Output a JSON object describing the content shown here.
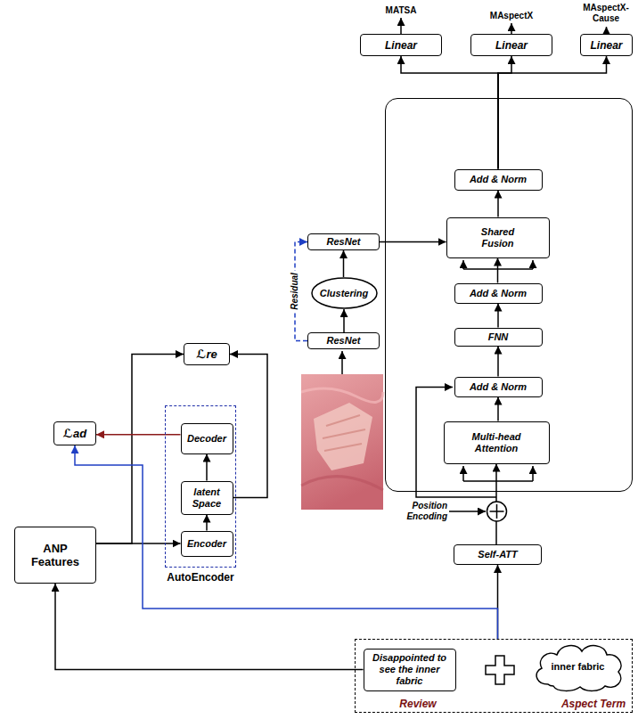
{
  "diagram": {
    "nodes": [
      {
        "text": [
          "Linear"
        ]
      },
      {
        "text": [
          "Linear"
        ]
      },
      {
        "text": [
          "Linear"
        ]
      },
      {
        "text": []
      },
      {
        "text": [
          "Add & Norm"
        ],
        "in": 3
      },
      {
        "text": [
          "Shared Fusion"
        ],
        "in": 3
      },
      {
        "text": [
          "Add & Norm"
        ],
        "in": 3
      },
      {
        "text": [
          "FNN"
        ],
        "in": 3
      },
      {
        "text": [
          "Add & Norm"
        ],
        "in": 3
      },
      {
        "text": [
          "Multi-head Attention"
        ],
        "in": 3
      },
      {
        "text": [
          "ResNet"
        ]
      },
      {
        "text": [
          "Clustering"
        ]
      },
      {
        "text": [
          "ResNet"
        ]
      },
      {
        "text": [
          "ℒre"
        ]
      },
      {
        "text": [
          "ℒad"
        ]
      },
      {
        "text": [
          "AutoEncoder"
        ]
      },
      {
        "text": [
          "Decoder"
        ],
        "in": 15
      },
      {
        "text": [
          "latent Space"
        ],
        "in": 15
      },
      {
        "text": [
          "Encoder"
        ],
        "in": 15
      },
      {
        "text": [
          "ANP Features"
        ]
      },
      {
        "text": [
          "Self-ATT"
        ]
      },
      {
        "text": [
          "Review",
          "Aspect Term"
        ]
      },
      {
        "text": [
          "Disappointed to see the inner fabric"
        ],
        "in": 21
      },
      {
        "text": [
          "inner fabric"
        ],
        "in": 21
      }
    ],
    "edges": [
      {
        "from": 4,
        "to": 0,
        "arrow": "to"
      },
      {
        "from": 4,
        "to": 1,
        "arrow": "to"
      },
      {
        "from": 4,
        "to": 2,
        "arrow": "to"
      },
      {
        "from": 5,
        "to": 4,
        "arrow": "to"
      },
      {
        "from": 6,
        "to": 5,
        "arrow": "to"
      },
      {
        "from": 7,
        "to": 6,
        "arrow": "to"
      },
      {
        "from": 8,
        "to": 7,
        "arrow": "to"
      },
      {
        "from": 9,
        "to": 8,
        "arrow": "to"
      },
      {
        "from": 20,
        "to": 9,
        "arrow": "to"
      },
      {
        "from": 10,
        "to": 5,
        "arrow": "to"
      },
      {
        "from": 11,
        "to": 10,
        "arrow": "to"
      },
      {
        "from": 12,
        "to": 11,
        "arrow": "to"
      },
      {
        "from": 12,
        "to": 10,
        "label": "Residual",
        "arrow": "to"
      },
      {
        "from": 19,
        "to": 18,
        "arrow": "to"
      },
      {
        "from": 19,
        "to": 13,
        "arrow": "to"
      },
      {
        "from": 17,
        "to": 13,
        "arrow": "to"
      },
      {
        "from": 18,
        "to": 17,
        "arrow": "to"
      },
      {
        "from": 17,
        "to": 16,
        "arrow": "to"
      },
      {
        "from": 16,
        "to": 14,
        "arrow": "to"
      },
      {
        "from": 21,
        "to": 20,
        "arrow": "to"
      },
      {
        "from": 21,
        "to": 14,
        "arrow": "to"
      },
      {
        "from": 22,
        "to": 19,
        "arrow": "to"
      }
    ],
    "labels": [
      "MATSA",
      "MAspectX",
      "MAspectX-Cause",
      "Position Encoding"
    ]
  }
}
